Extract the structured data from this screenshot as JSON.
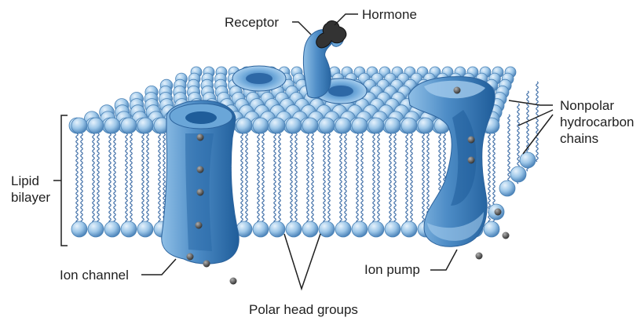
{
  "diagram": {
    "labels": {
      "receptor": "Receptor",
      "hormone": "Hormone",
      "nonpolar": "Nonpolar\nhydrocarbon\nchains",
      "lipid_bilayer": "Lipid\nbilayer",
      "ion_channel": "Ion channel",
      "ion_pump": "Ion pump",
      "polar_head_groups": "Polar head groups"
    },
    "colors": {
      "head_fill": "#9cc6e8",
      "head_stroke": "#4a82b6",
      "protein_fill": "#5c9ad0",
      "protein_dark": "#1f5d9a",
      "tail": "#2f62a0",
      "hormone": "#333333",
      "ion": "#4d4d4d"
    }
  }
}
